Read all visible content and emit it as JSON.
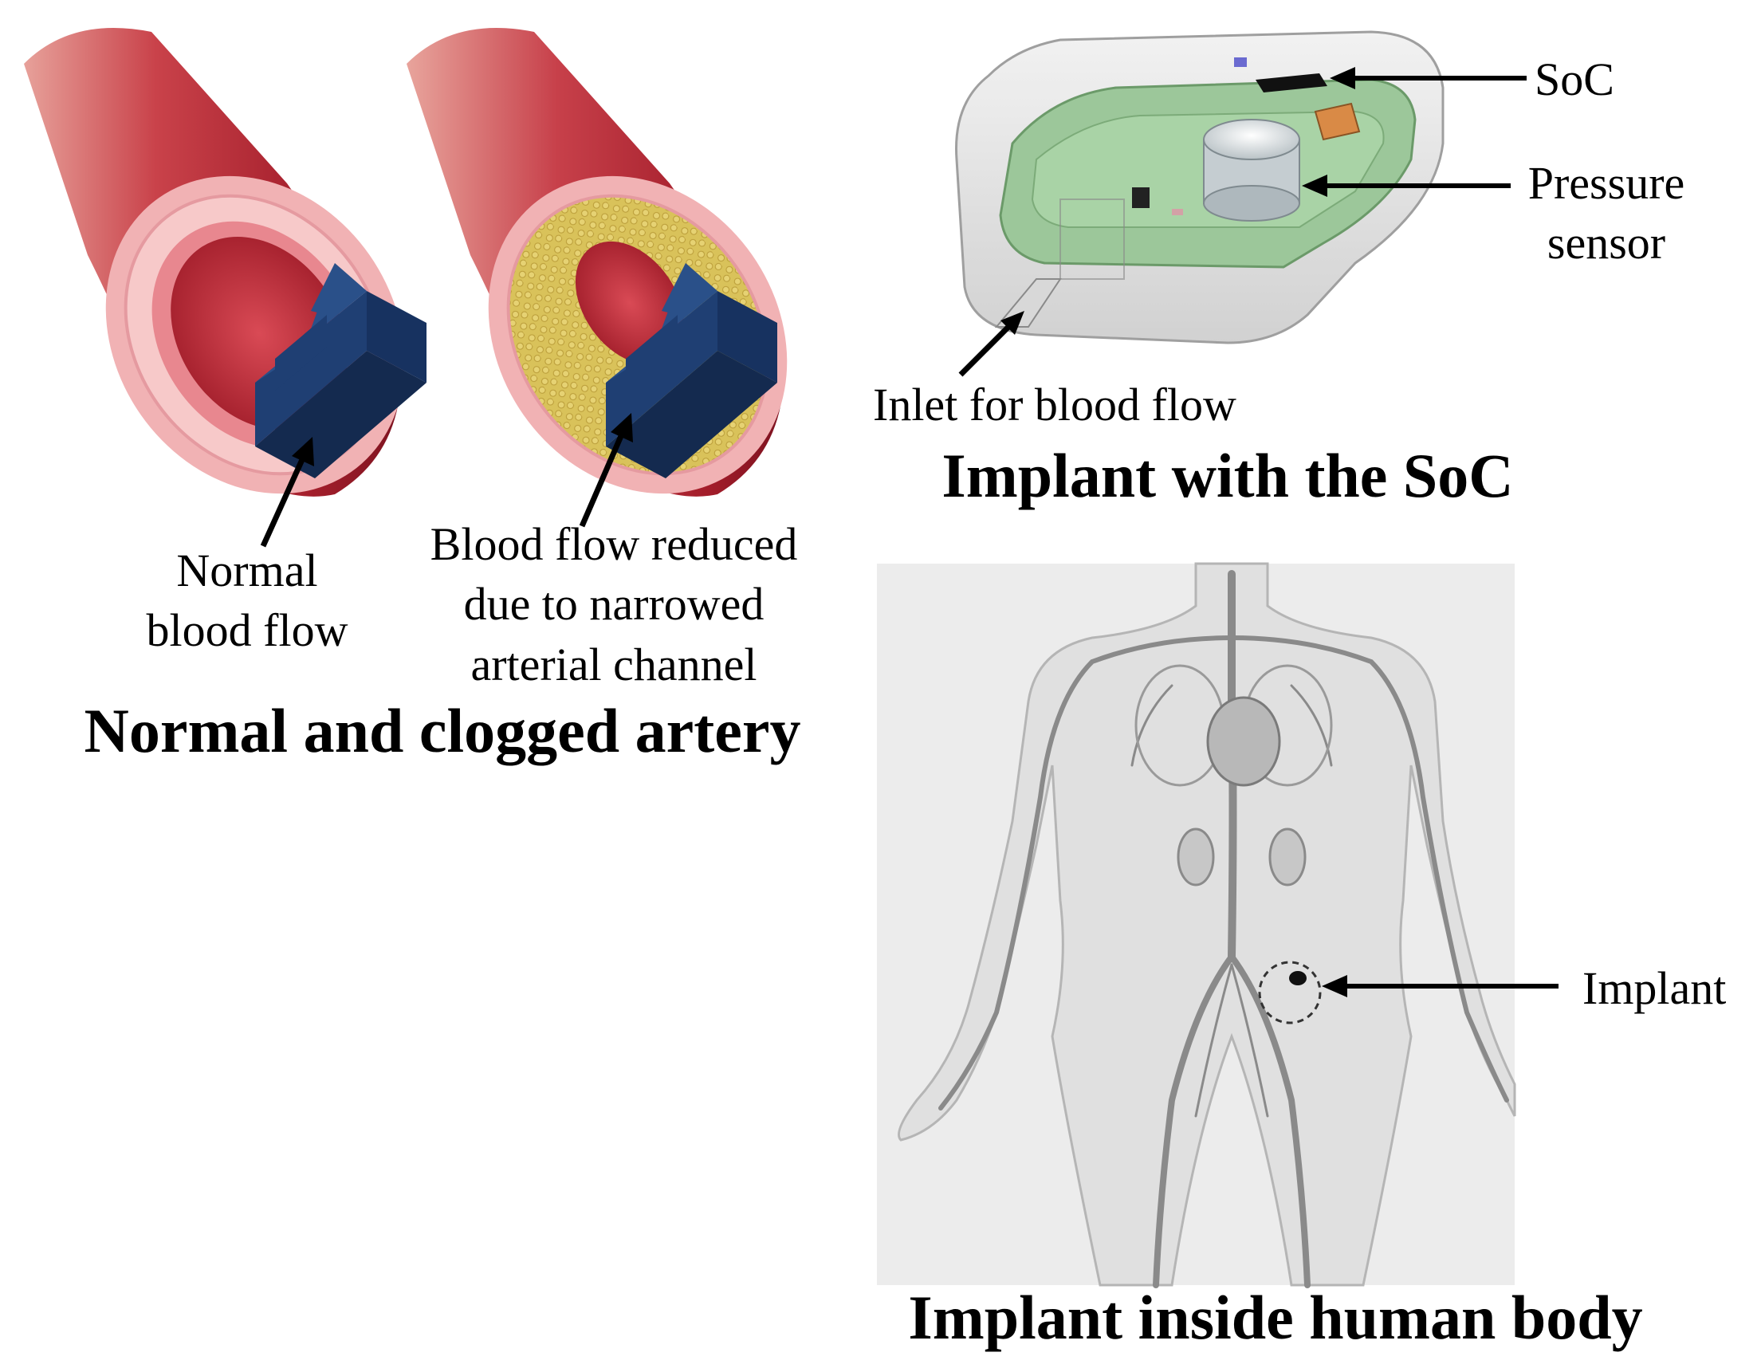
{
  "artery_panel": {
    "normal_label_line1": "Normal",
    "normal_label_line2": "blood flow",
    "reduced_label_line1": "Blood flow reduced",
    "reduced_label_line2": "due to narrowed",
    "reduced_label_line3": "arterial channel",
    "title": "Normal and clogged artery"
  },
  "implant_panel": {
    "soc_label": "SoC",
    "pressure_label_line1": "Pressure",
    "pressure_label_line2": "sensor",
    "inlet_label": "Inlet for blood flow",
    "title": "Implant with the SoC"
  },
  "body_panel": {
    "implant_label": "Implant",
    "title": "Implant inside human body"
  },
  "colors": {
    "artery_red": "#b8303a",
    "artery_pink": "#f2b5b8",
    "plaque_yellow": "#d8c45a",
    "flow_arrow_blue": "#1f3f73",
    "pcb_green": "#9cc79a"
  }
}
